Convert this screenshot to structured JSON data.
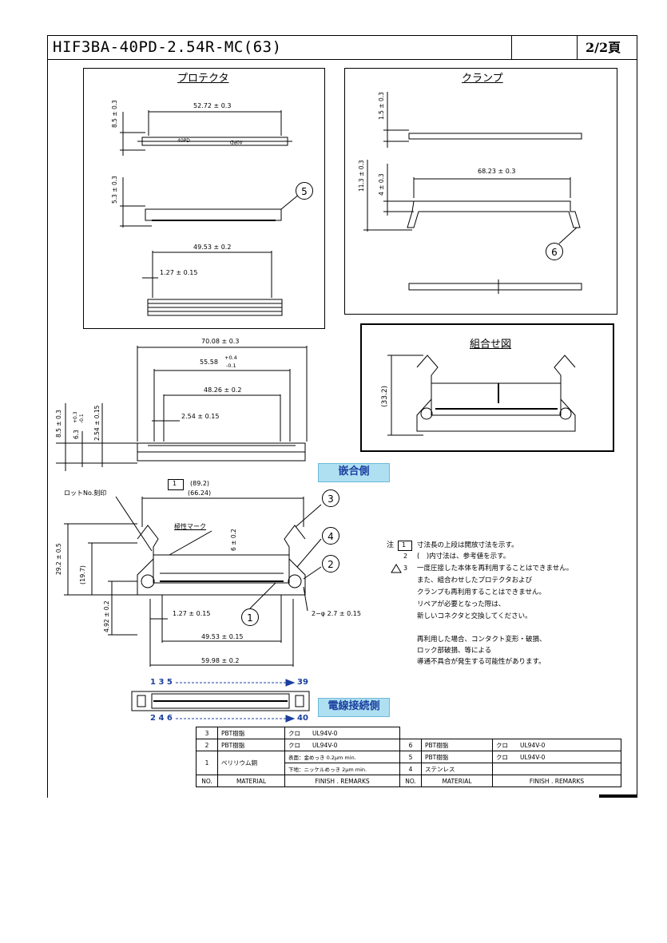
{
  "header": {
    "part_number": "HIF3BA-40PD-2.54R-MC(63)",
    "page": "2/2頁"
  },
  "protector": {
    "title": "プロテクタ",
    "dims": [
      "8.5 ± 0.3",
      "52.72 ± 0.3",
      "5.3 ± 0.3",
      "49.53 ± 0.2",
      "1.27 ± 0.15"
    ],
    "marking_left": "40PD",
    "marking_right": "40PD",
    "callout": "5"
  },
  "clamp": {
    "title": "クランプ",
    "dims": [
      "1.5 ± 0.3",
      "68.23 ± 0.3",
      "11.3 ± 0.3",
      "4 ± 0.3"
    ],
    "callout": "6"
  },
  "assembly": {
    "title": "組合せ図",
    "dim": "(33.2)"
  },
  "side_view": {
    "dims": [
      "70.08 ± 0.3",
      "55.58",
      "+0.4",
      "-0.1",
      "48.26 ± 0.2",
      "2.54 ± 0.15",
      "8.5 ± 0.3",
      "6.3",
      "+0.3",
      "-0.1",
      "2.54 ± 0.15"
    ]
  },
  "badges": {
    "mating_side": "嵌合側",
    "cable_side": "電線接続側"
  },
  "front_view": {
    "note_flag": "1",
    "dim_top1": "(89.2)",
    "dim_top2": "(66.24)",
    "lot_label": "ロットNo.刻印",
    "polarity_label": "極性マーク",
    "dims": [
      "29.2 ± 0.5",
      "(19.7)",
      "6 ± 0.2",
      "4.92 ± 0.2",
      "1.27 ± 0.15",
      "49.53 ± 0.15",
      "59.98 ± 0.2",
      "2−φ 2.7 ± 0.15"
    ],
    "callouts": [
      "3",
      "4",
      "2",
      "1"
    ]
  },
  "pin_rows": {
    "top_left": "1 3 5",
    "top_right": "39",
    "bottom_left": "2 4 6",
    "bottom_right": "40"
  },
  "notes": {
    "prefix": "注",
    "n1_flag": "1",
    "n1": "寸法長の上段は開放寸法を示す。",
    "n2_num": "2",
    "n2": "(　)内寸法は、参考値を示す。",
    "n3_num": "3",
    "n3_lines": [
      "一度圧接した本体を再利用することはできません。",
      "また、組合わせしたプロテクタおよび",
      "クランプも再利用することはできません。",
      "リペアが必要となった際は、",
      "新しいコネクタと交換してください。"
    ],
    "n4_lines": [
      "再利用した場合、コンタクト変形・破損、",
      "ロック部破損、等による",
      "導通不具合が発生する可能性があります。"
    ]
  },
  "materials": {
    "left_rows": [
      {
        "no": "3",
        "material": "PBT樹脂",
        "finish": "クロ　　UL94V-0"
      },
      {
        "no": "2",
        "material": "PBT樹脂",
        "finish": "クロ　　UL94V-0"
      },
      {
        "no": "1",
        "material": "ベリリウム銅",
        "finish": "表面：金めっき 0.2μm min.",
        "finish2": "下地：ニッケルめっき 2μm min."
      }
    ],
    "right_rows": [
      {
        "no": "6",
        "material": "PBT樹脂",
        "finish": "クロ　　UL94V-0"
      },
      {
        "no": "5",
        "material": "PBT樹脂",
        "finish": "クロ　　UL94V-0"
      },
      {
        "no": "4",
        "material": "ステンレス",
        "finish": ""
      }
    ],
    "headers": {
      "no": "NO.",
      "material": "MATERIAL",
      "finish": "FINISH . REMARKS"
    }
  }
}
